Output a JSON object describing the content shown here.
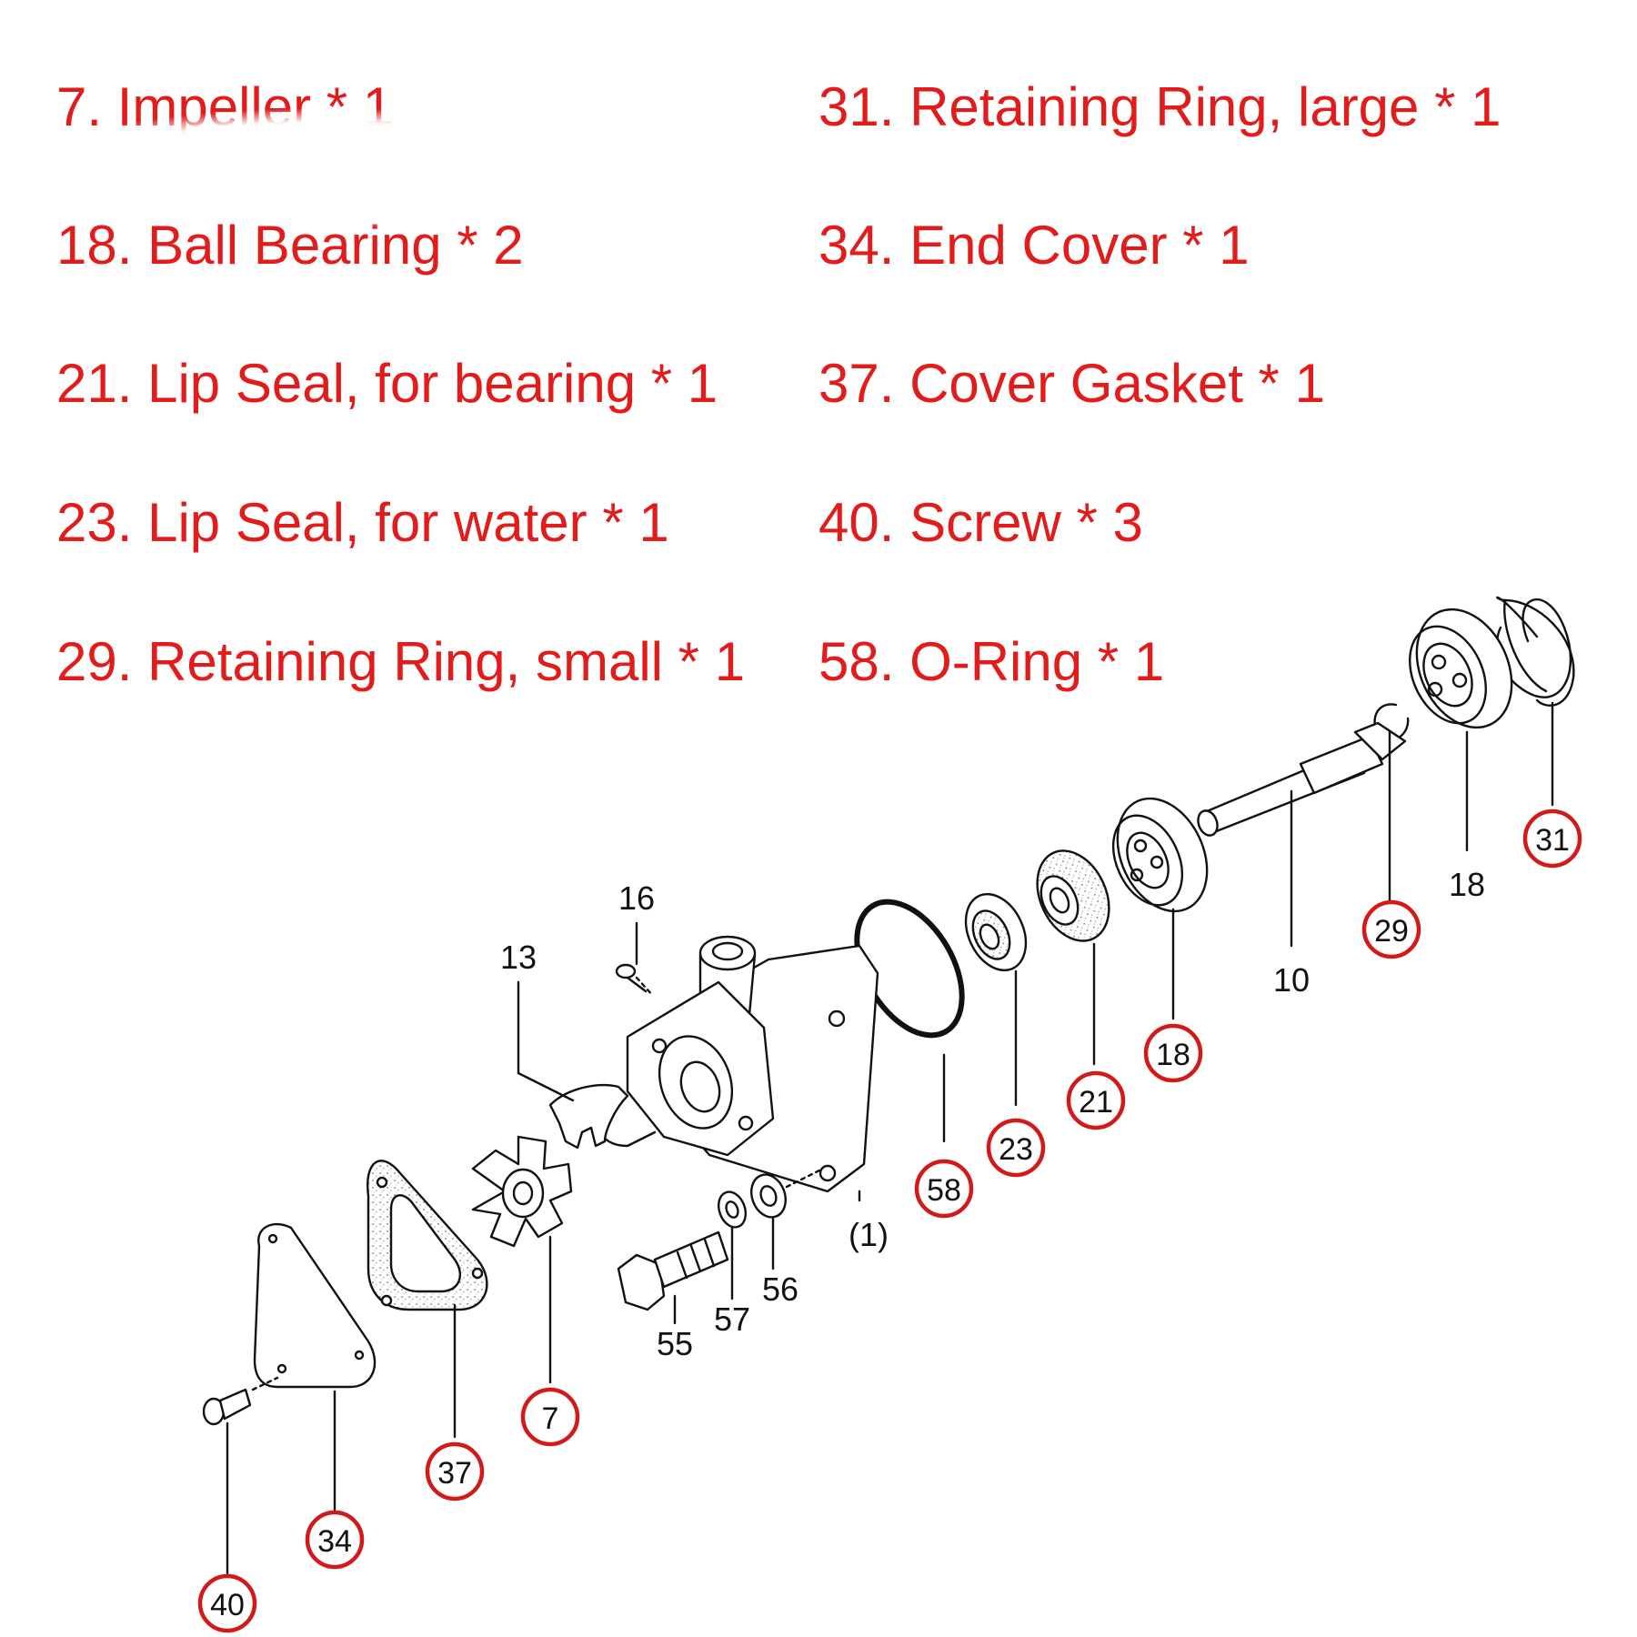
{
  "parts_list": {
    "left": [
      "7. Impeller * 1",
      "18. Ball Bearing * 2",
      "21. Lip Seal, for bearing * 1",
      "23. Lip Seal, for water * 1",
      "29. Retaining Ring, small * 1"
    ],
    "right": [
      "31. Retaining Ring, large * 1",
      "34. End Cover * 1",
      "37. Cover Gasket * 1",
      "40. Screw * 3",
      "58. O-Ring * 1"
    ]
  },
  "diagram": {
    "circled_callouts": [
      "31",
      "29",
      "18",
      "21",
      "23",
      "58",
      "7",
      "37",
      "34",
      "40"
    ],
    "plain_labels": [
      "16",
      "13",
      "10",
      "18",
      "(1)",
      "55",
      "57",
      "56"
    ],
    "colors": {
      "accent_red": "#e21b1b",
      "line": "#111111"
    }
  }
}
